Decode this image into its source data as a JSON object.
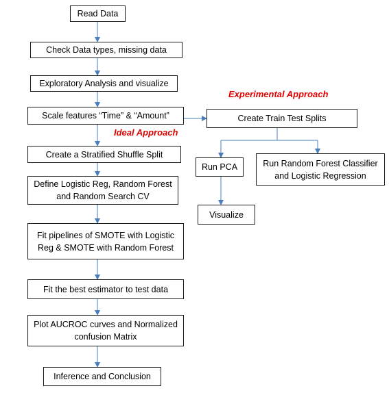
{
  "main_flow": {
    "read_data": "Read Data",
    "check_data": "Check Data types, missing data",
    "exploratory": "Exploratory Analysis and visualize",
    "scale_features": "Scale features “Time” & “Amount”",
    "stratified": "Create a Stratified Shuffle Split",
    "define_models": "Define Logistic Reg, Random Forest and Random Search CV",
    "fit_pipelines": "Fit pipelines of SMOTE with Logistic Reg & SMOTE with Random Forest",
    "fit_best": "Fit the best estimator to test data",
    "plot_auc": "Plot AUCROC curves and Normalized confusion Matrix",
    "inference": "Inference and Conclusion"
  },
  "experimental_flow": {
    "train_test": "Create Train Test Splits",
    "run_pca": "Run PCA",
    "run_rf": "Run Random Forest Classifier and Logistic Regression",
    "visualize": "Visualize"
  },
  "labels": {
    "experimental": "Experimental Approach",
    "ideal": "Ideal Approach"
  },
  "colors": {
    "connector": "#4a7ebb",
    "label": "#e00000",
    "box_border": "#1a1a1a"
  }
}
